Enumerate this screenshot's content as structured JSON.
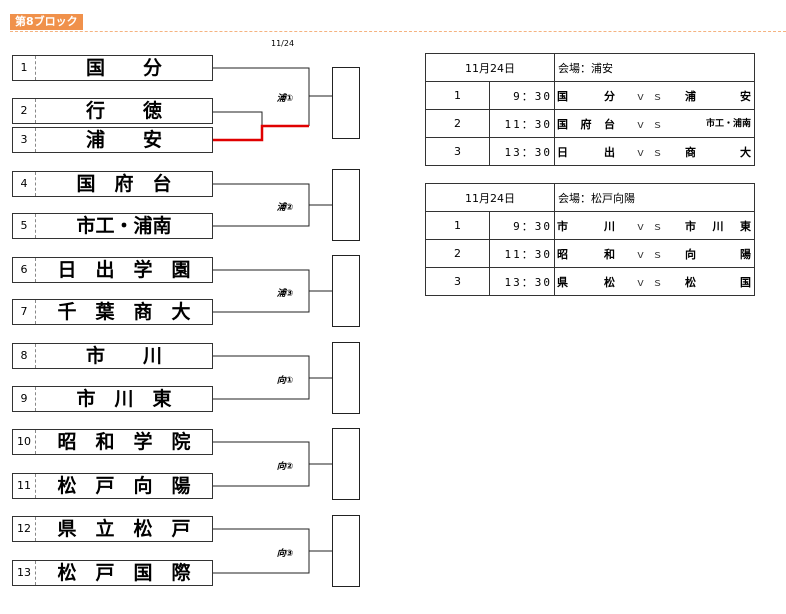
{
  "block": {
    "title": "第8ブロック",
    "date": "11/24"
  },
  "teams": [
    {
      "num": "1",
      "name": "国　　分"
    },
    {
      "num": "2",
      "name": "行　　徳"
    },
    {
      "num": "3",
      "name": "浦　　安"
    },
    {
      "num": "4",
      "name": "国　府　台"
    },
    {
      "num": "5",
      "name": "市工・浦南"
    },
    {
      "num": "6",
      "name": "日　出　学　園"
    },
    {
      "num": "7",
      "name": "千　葉　商　大"
    },
    {
      "num": "8",
      "name": "市　　川"
    },
    {
      "num": "9",
      "name": "市　川　東"
    },
    {
      "num": "10",
      "name": "昭　和　学　院"
    },
    {
      "num": "11",
      "name": "松　戸　向　陽"
    },
    {
      "num": "12",
      "name": "県　立　松　戸"
    },
    {
      "num": "13",
      "name": "松　戸　国　際"
    }
  ],
  "matches": [
    "浦①",
    "浦②",
    "浦③",
    "向①",
    "向②",
    "向③"
  ],
  "colors": {
    "title_bg": "#f0914b",
    "winner_line": "#e00000"
  },
  "schedules": [
    {
      "date": "11月24日",
      "venue": "会場：浦安",
      "games": [
        {
          "idx": "1",
          "time": "9：30",
          "home": [
            "国",
            "分"
          ],
          "vs": "ｖｓ",
          "away": [
            "浦",
            "安"
          ]
        },
        {
          "idx": "2",
          "time": "11：30",
          "home": [
            "国",
            "府",
            "台"
          ],
          "vs": "ｖｓ",
          "away": [
            "市工・浦南"
          ]
        },
        {
          "idx": "3",
          "time": "13：30",
          "home": [
            "日",
            "出"
          ],
          "vs": "ｖｓ",
          "away": [
            "商",
            "大"
          ]
        }
      ]
    },
    {
      "date": "11月24日",
      "venue": "会場：松戸向陽",
      "games": [
        {
          "idx": "1",
          "time": "9：30",
          "home": [
            "市",
            "川"
          ],
          "vs": "ｖｓ",
          "away": [
            "市",
            "川",
            "東"
          ]
        },
        {
          "idx": "2",
          "time": "11：30",
          "home": [
            "昭",
            "和"
          ],
          "vs": "ｖｓ",
          "away": [
            "向",
            "陽"
          ]
        },
        {
          "idx": "3",
          "time": "13：30",
          "home": [
            "県",
            "松"
          ],
          "vs": "ｖｓ",
          "away": [
            "松",
            "国"
          ]
        }
      ]
    }
  ]
}
